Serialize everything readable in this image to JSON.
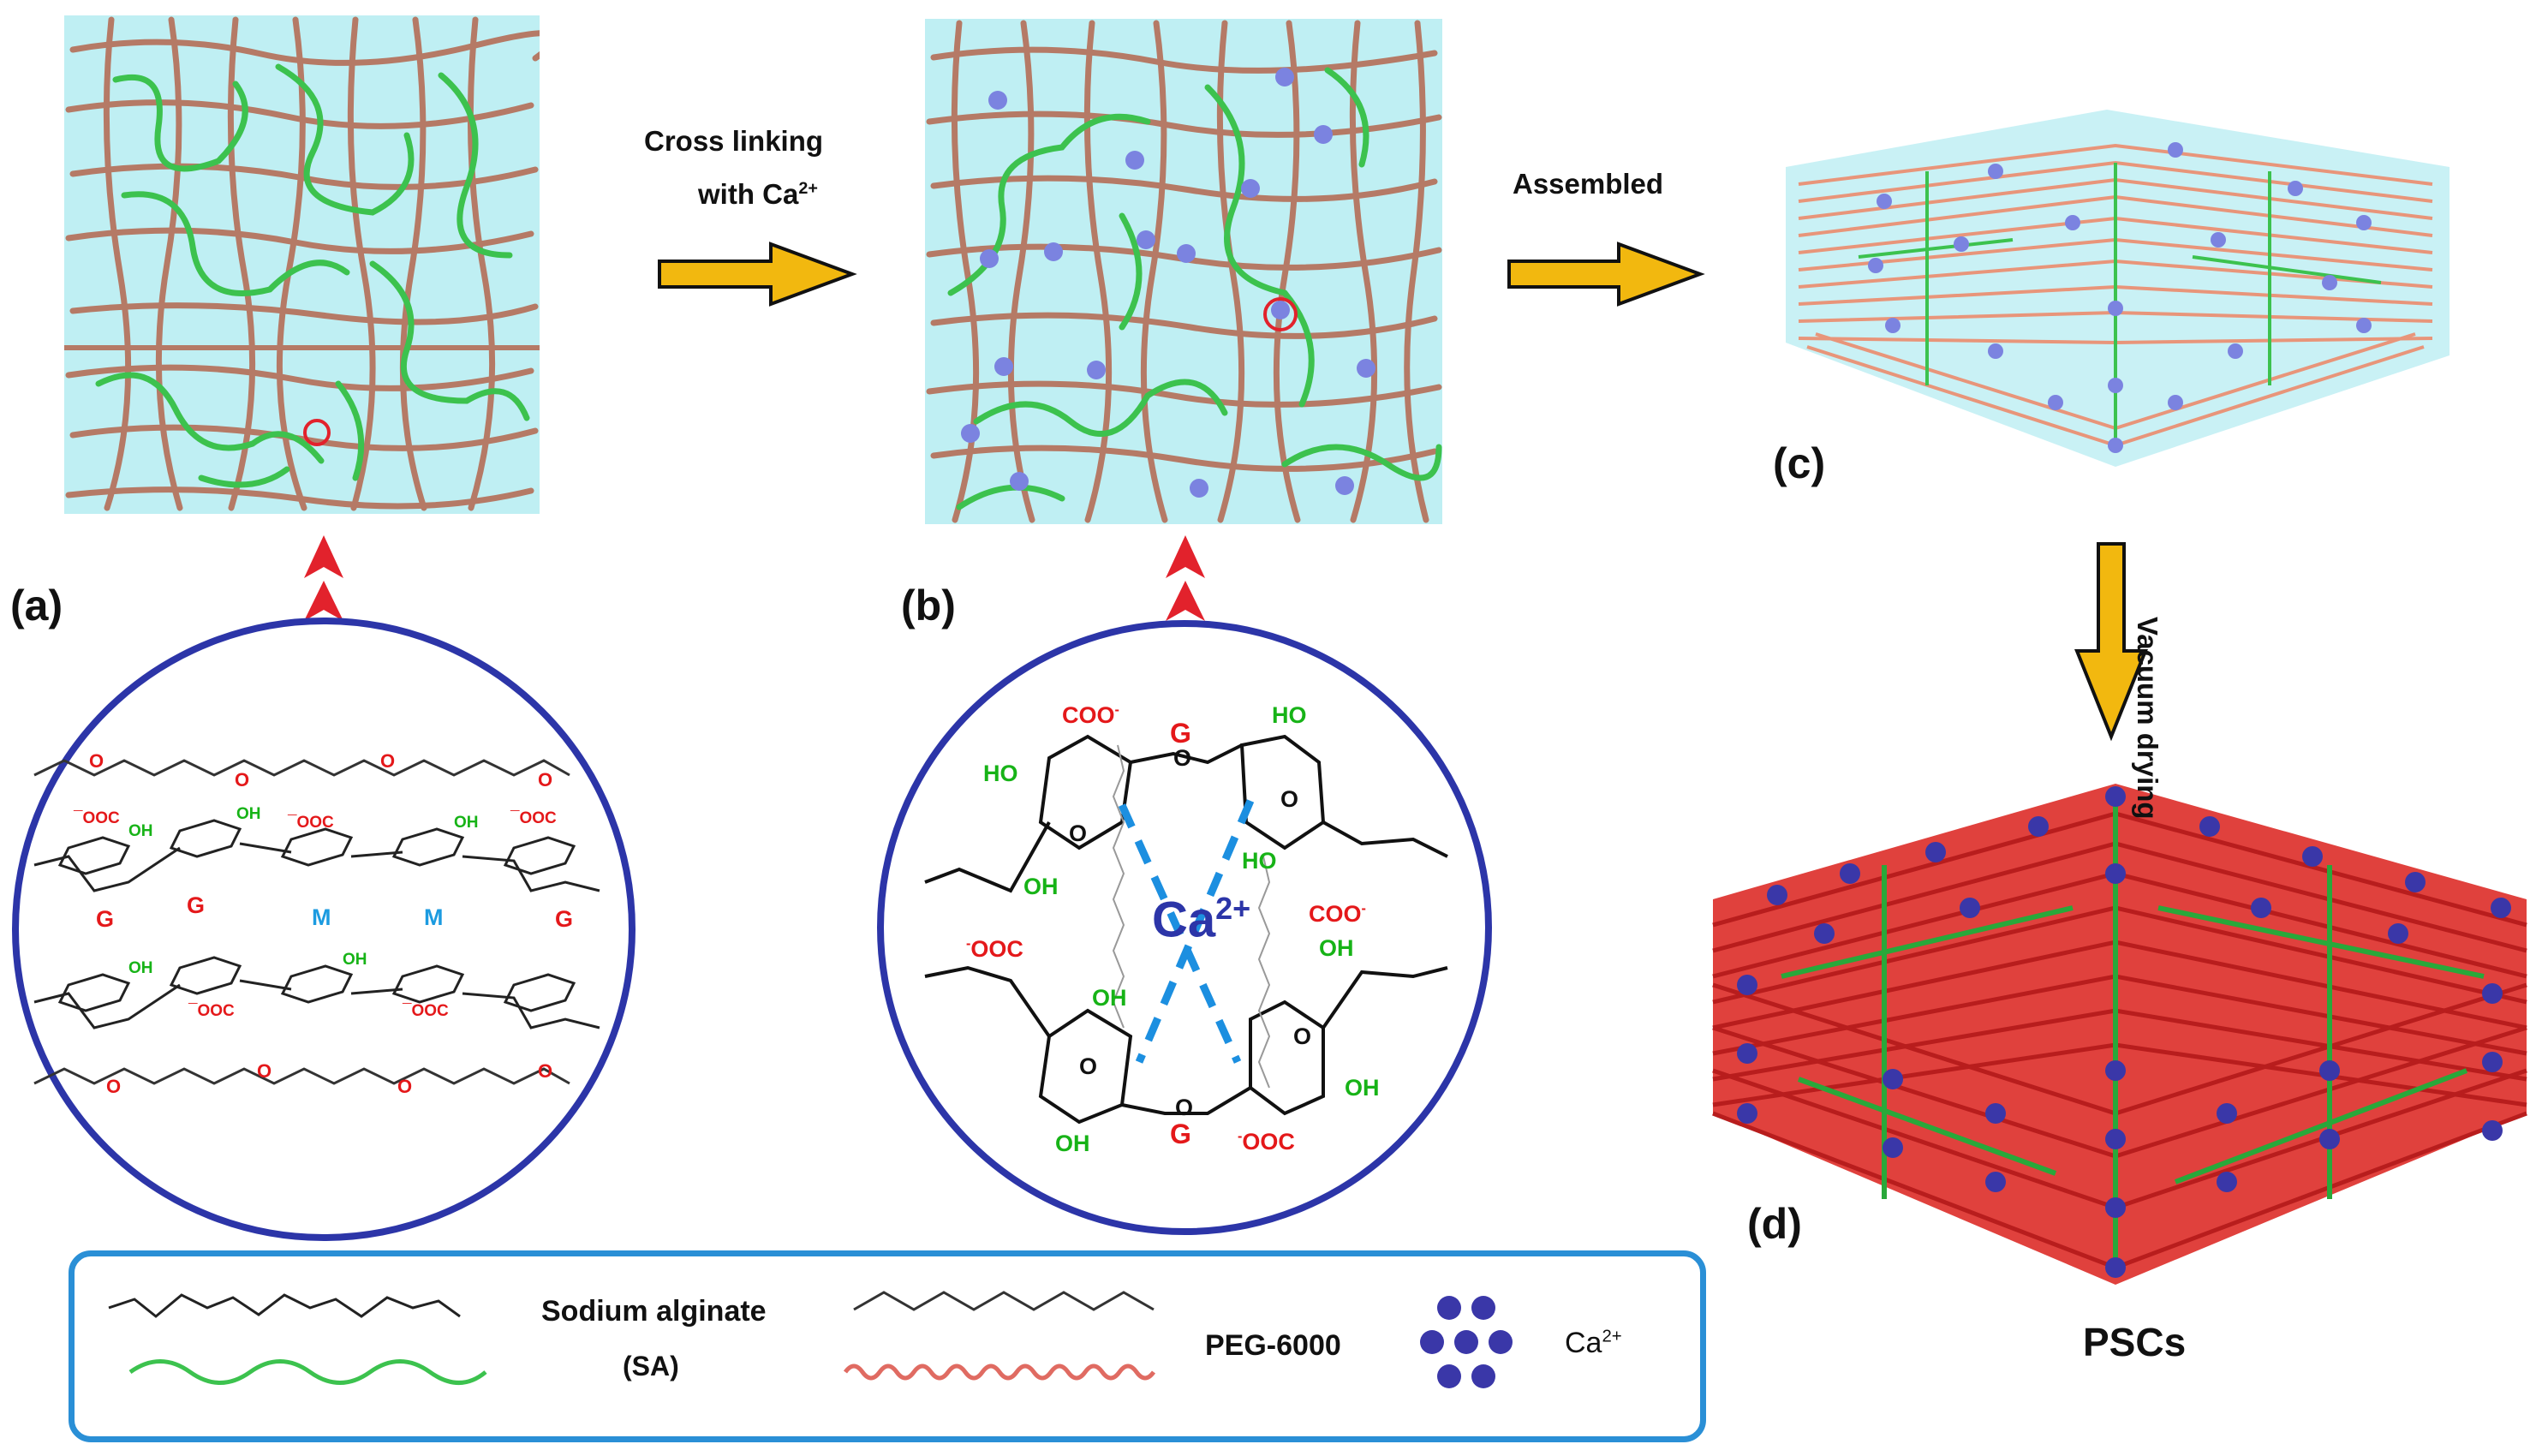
{
  "colors": {
    "water": "#bfeff3",
    "peg": "#b57a66",
    "alginate": "#3cc24e",
    "calcium": "#7b83e0",
    "arrow": "#f2b80f",
    "marker": "#e2222c",
    "circle": "#2c35a8",
    "legend_border": "#2a8fd6",
    "dense_peg": "#e0413d",
    "dense_ca": "#3a37a8"
  },
  "panels": {
    "a": "(a)",
    "b": "(b)",
    "c": "(c)",
    "d": "(d)"
  },
  "steps": {
    "crosslink_line1": "Cross linking",
    "crosslink_line2": "with Ca",
    "crosslink_sup": "2+",
    "assembled": "Assembled",
    "vacuum": "Vacuum drying"
  },
  "product": "PSCs",
  "circle_a": {
    "g": "G",
    "m": "M",
    "o": "O",
    "ooc": "¯OOC",
    "oh": "OH"
  },
  "circle_b": {
    "coo": "COO",
    "ooc": "OOC",
    "minus": "-",
    "oh": "OH",
    "ho": "HO",
    "o": "O",
    "g": "G",
    "ca": "Ca",
    "ca_sup": "2+"
  },
  "legend": {
    "sa_line1": "Sodium alginate",
    "sa_line2": "(SA)",
    "peg": "PEG-6000",
    "ca": "Ca",
    "ca_sup": "2+"
  }
}
